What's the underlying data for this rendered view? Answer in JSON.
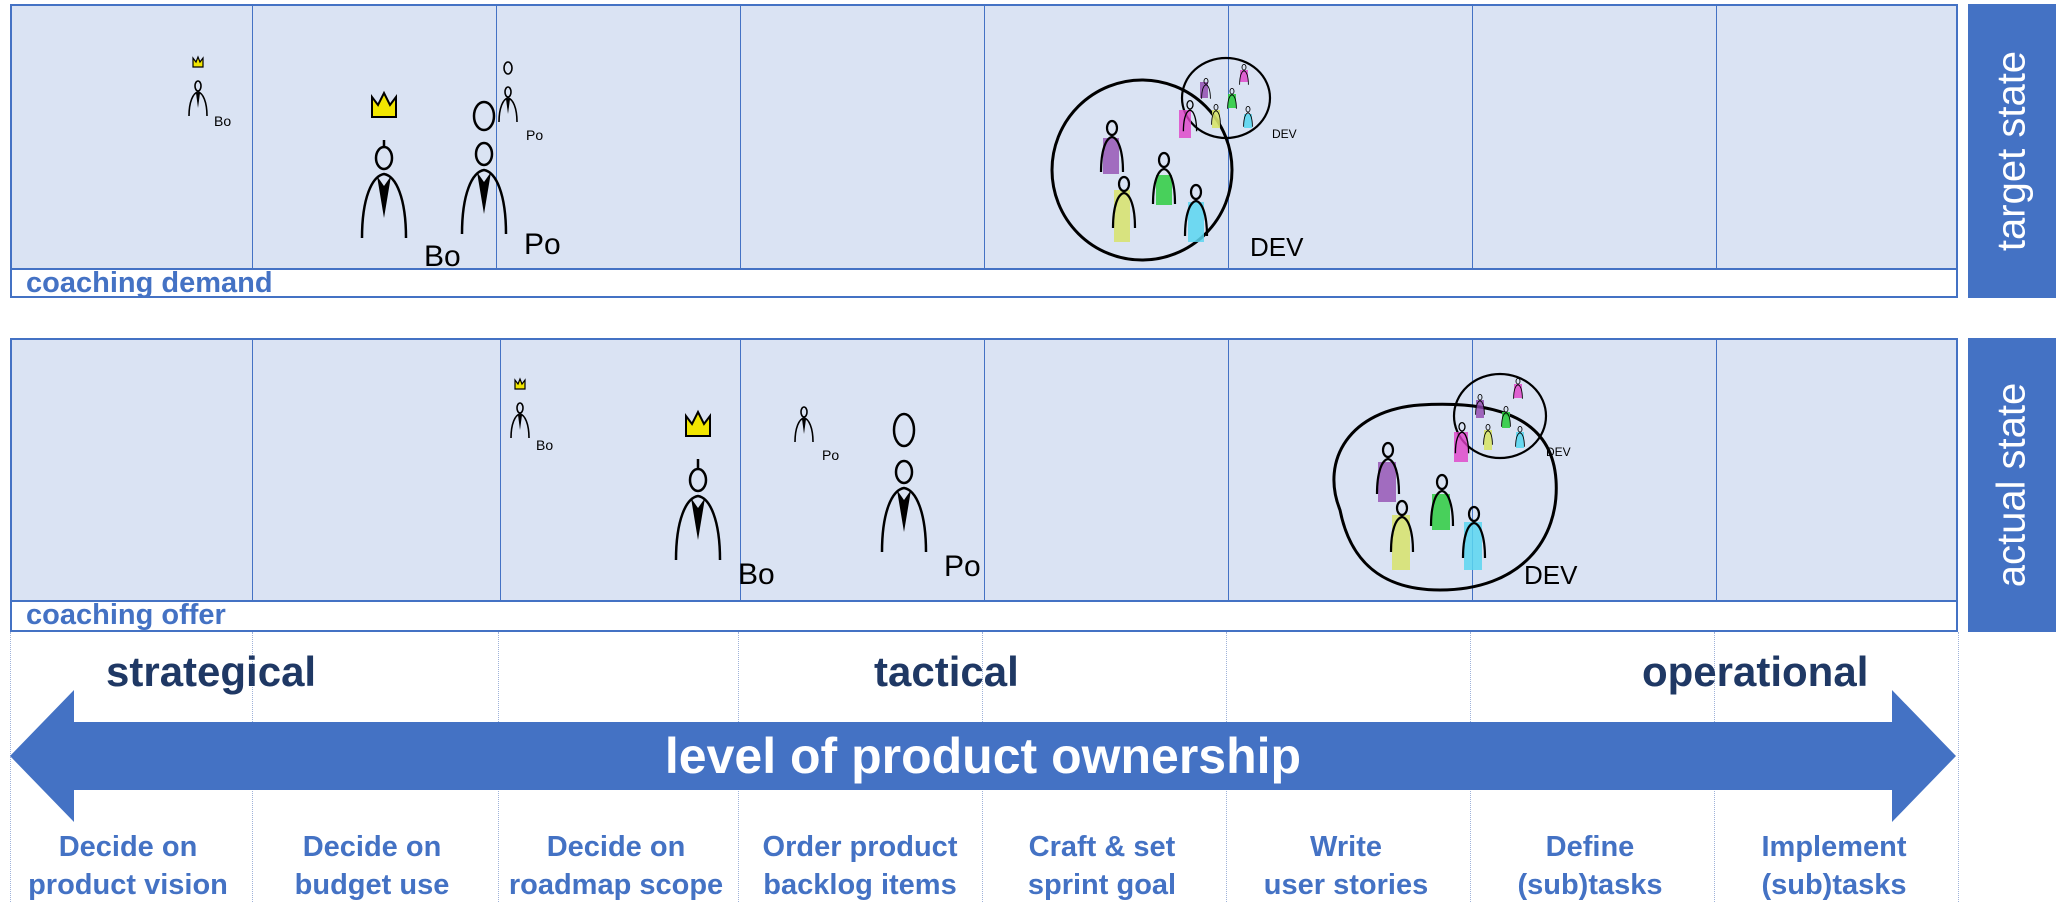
{
  "panels": {
    "target": {
      "label": "coaching demand",
      "side_label": "target state"
    },
    "actual": {
      "label": "coaching offer",
      "side_label": "actual state"
    }
  },
  "figure_labels": {
    "bo": "Bo",
    "po": "Po",
    "dev": "DEV"
  },
  "levels": {
    "strategical": "strategical",
    "tactical": "tactical",
    "operational": "operational"
  },
  "arrow_label": "level of product ownership",
  "steps": [
    {
      "line1": "Decide on",
      "line2": "product vision"
    },
    {
      "line1": "Decide on",
      "line2": "budget use"
    },
    {
      "line1": "Decide on",
      "line2": "roadmap scope"
    },
    {
      "line1": "Order product",
      "line2": "backlog items"
    },
    {
      "line1": "Craft & set",
      "line2": "sprint goal"
    },
    {
      "line1": "Write",
      "line2": "user stories"
    },
    {
      "line1": "Define",
      "line2": "(sub)tasks"
    },
    {
      "line1": "Implement",
      "line2": "(sub)tasks"
    }
  ],
  "colors": {
    "accent": "#4472c4",
    "panel_fill": "#dae3f3",
    "dark_text": "#1f3864",
    "crown": "#f2e600",
    "team": [
      "#8e44ad",
      "#d7e36a",
      "#2ecc40",
      "#5bd6f0",
      "#e040c8"
    ]
  }
}
